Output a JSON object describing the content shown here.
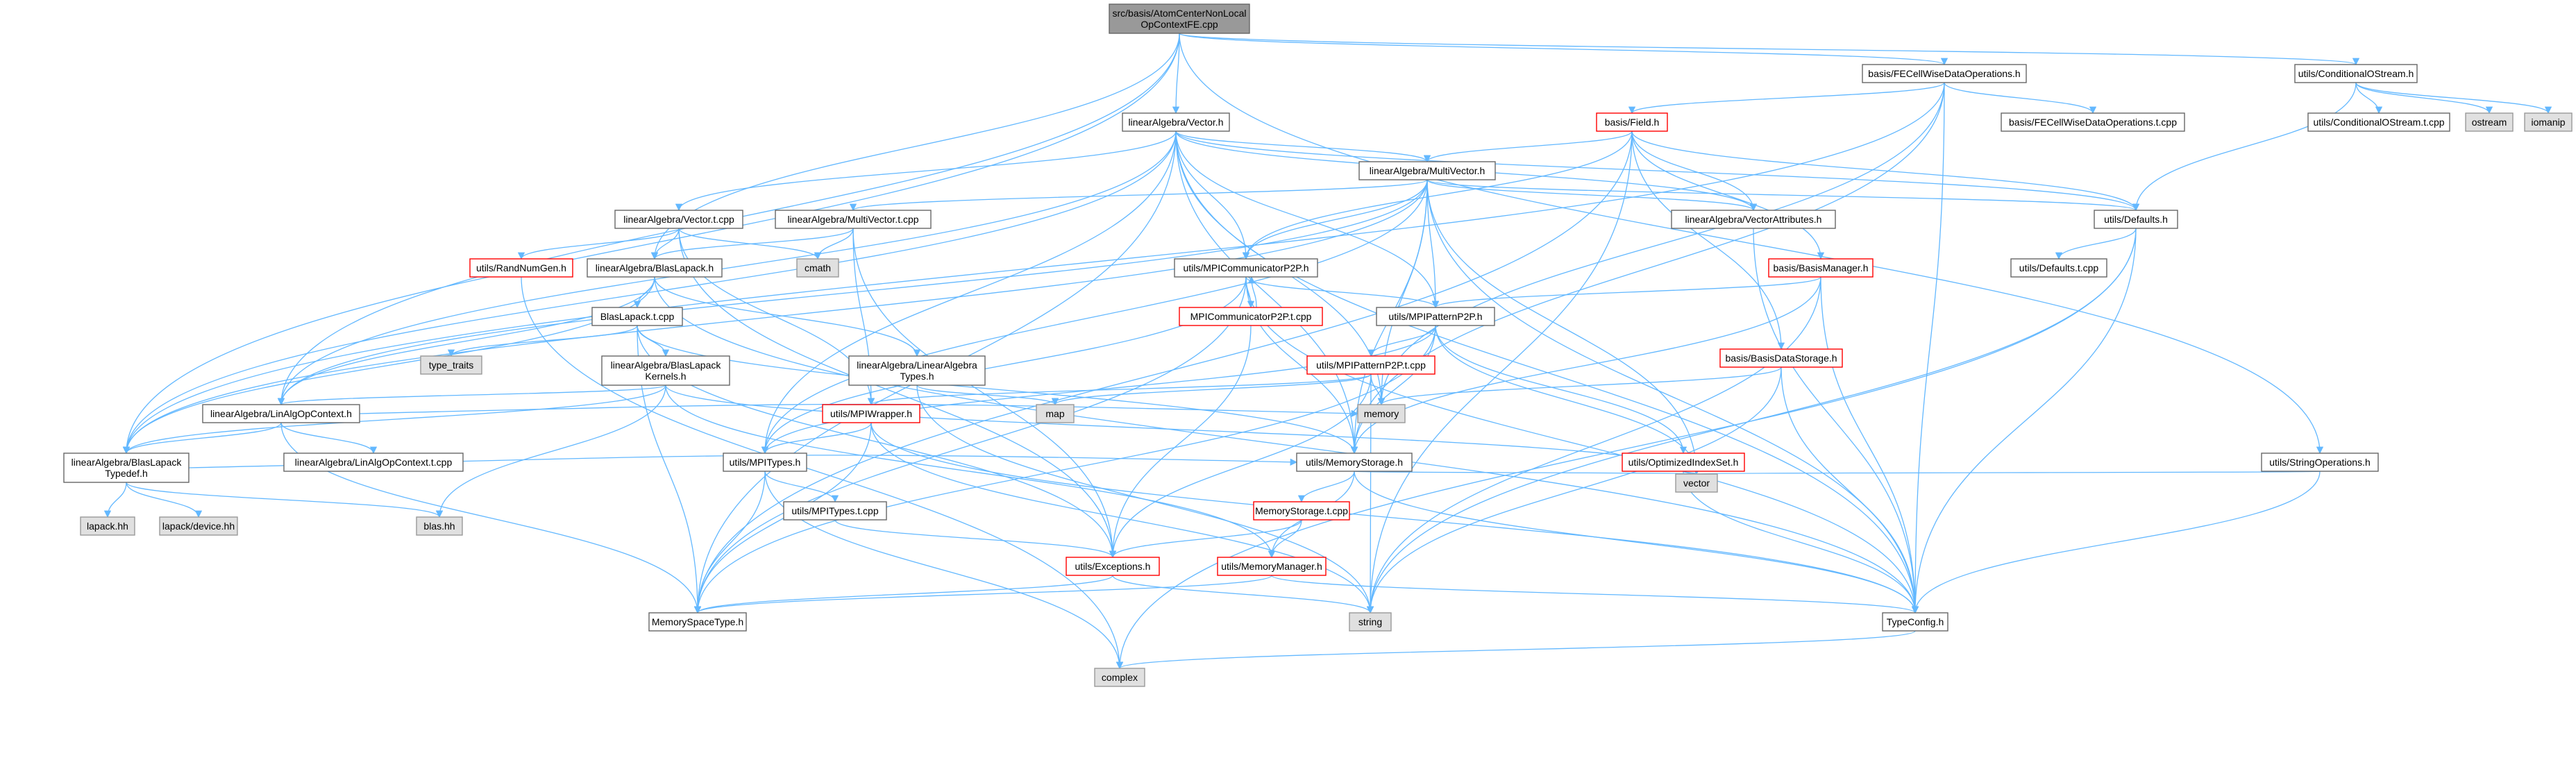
{
  "colors": {
    "edge": "#63b8ff",
    "node_border_normal": "#666666",
    "node_border_truncated": "#ff0000",
    "node_fill_normal": "#ffffff",
    "node_fill_external": "#e0e0e0",
    "node_fill_root": "#999999"
  },
  "nodes": [
    {
      "id": "root",
      "lines": [
        "src/basis/AtomCenterNonLocal",
        "OpContextFE.cpp"
      ],
      "kind": "root"
    },
    {
      "id": "fecellwise",
      "lines": [
        "basis/FECellWiseDataOperations.h"
      ],
      "kind": "normal"
    },
    {
      "id": "condostream",
      "lines": [
        "utils/ConditionalOStream.h"
      ],
      "kind": "normal"
    },
    {
      "id": "fecellwise_t",
      "lines": [
        "basis/FECellWiseDataOperations.t.cpp"
      ],
      "kind": "normal"
    },
    {
      "id": "condostream_t",
      "lines": [
        "utils/ConditionalOStream.t.cpp"
      ],
      "kind": "normal"
    },
    {
      "id": "ostream",
      "lines": [
        "ostream"
      ],
      "kind": "external"
    },
    {
      "id": "iomanip",
      "lines": [
        "iomanip"
      ],
      "kind": "external"
    },
    {
      "id": "vector_h",
      "lines": [
        "linearAlgebra/Vector.h"
      ],
      "kind": "normal"
    },
    {
      "id": "field_h",
      "lines": [
        "basis/Field.h"
      ],
      "kind": "truncated"
    },
    {
      "id": "multivector_h",
      "lines": [
        "linearAlgebra/MultiVector.h"
      ],
      "kind": "normal"
    },
    {
      "id": "vector_t",
      "lines": [
        "linearAlgebra/Vector.t.cpp"
      ],
      "kind": "normal"
    },
    {
      "id": "multivector_t",
      "lines": [
        "linearAlgebra/MultiVector.t.cpp"
      ],
      "kind": "normal"
    },
    {
      "id": "vecattr",
      "lines": [
        "linearAlgebra/VectorAttributes.h"
      ],
      "kind": "normal"
    },
    {
      "id": "defaults_h",
      "lines": [
        "utils/Defaults.h"
      ],
      "kind": "normal"
    },
    {
      "id": "defaults_t",
      "lines": [
        "utils/Defaults.t.cpp"
      ],
      "kind": "normal"
    },
    {
      "id": "randnum",
      "lines": [
        "utils/RandNumGen.h"
      ],
      "kind": "truncated"
    },
    {
      "id": "cmath",
      "lines": [
        "cmath"
      ],
      "kind": "external"
    },
    {
      "id": "blaslapack_h",
      "lines": [
        "linearAlgebra/BlasLapack.h"
      ],
      "kind": "normal"
    },
    {
      "id": "blaslapack_t",
      "lines": [
        "BlasLapack.t.cpp"
      ],
      "kind": "normal"
    },
    {
      "id": "type_traits",
      "lines": [
        "type_traits"
      ],
      "kind": "external"
    },
    {
      "id": "kernels",
      "lines": [
        "linearAlgebra/BlasLapack",
        "Kernels.h"
      ],
      "kind": "normal"
    },
    {
      "id": "linalgop_h",
      "lines": [
        "linearAlgebra/LinAlgOpContext.h"
      ],
      "kind": "normal"
    },
    {
      "id": "linalgop_t",
      "lines": [
        "linearAlgebra/LinAlgOpContext.t.cpp"
      ],
      "kind": "normal"
    },
    {
      "id": "typedef_h",
      "lines": [
        "linearAlgebra/BlasLapack",
        "Typedef.h"
      ],
      "kind": "normal"
    },
    {
      "id": "lapack_hh",
      "lines": [
        "lapack.hh"
      ],
      "kind": "external"
    },
    {
      "id": "lapack_device",
      "lines": [
        "lapack/device.hh"
      ],
      "kind": "external"
    },
    {
      "id": "blas_hh",
      "lines": [
        "blas.hh"
      ],
      "kind": "external"
    },
    {
      "id": "mpicomm_h",
      "lines": [
        "utils/MPICommunicatorP2P.h"
      ],
      "kind": "normal"
    },
    {
      "id": "mpicomm_t",
      "lines": [
        "MPICommunicatorP2P.t.cpp"
      ],
      "kind": "truncated"
    },
    {
      "id": "mpipattern_h",
      "lines": [
        "utils/MPIPatternP2P.h"
      ],
      "kind": "normal"
    },
    {
      "id": "mpipattern_t",
      "lines": [
        "utils/MPIPatternP2P.t.cpp"
      ],
      "kind": "truncated"
    },
    {
      "id": "linalgtypes",
      "lines": [
        "linearAlgebra/LinearAlgebra",
        "Types.h"
      ],
      "kind": "normal"
    },
    {
      "id": "map",
      "lines": [
        "map"
      ],
      "kind": "external"
    },
    {
      "id": "memory",
      "lines": [
        "memory"
      ],
      "kind": "external"
    },
    {
      "id": "mpiwrapper",
      "lines": [
        "utils/MPIWrapper.h"
      ],
      "kind": "truncated"
    },
    {
      "id": "mpitypes_h",
      "lines": [
        "utils/MPITypes.h"
      ],
      "kind": "normal"
    },
    {
      "id": "mpitypes_t",
      "lines": [
        "utils/MPITypes.t.cpp"
      ],
      "kind": "normal"
    },
    {
      "id": "memstorage_h",
      "lines": [
        "utils/MemoryStorage.h"
      ],
      "kind": "normal"
    },
    {
      "id": "memstorage_t",
      "lines": [
        "MemoryStorage.t.cpp"
      ],
      "kind": "truncated"
    },
    {
      "id": "memmanager",
      "lines": [
        "utils/MemoryManager.h"
      ],
      "kind": "truncated"
    },
    {
      "id": "exceptions",
      "lines": [
        "utils/Exceptions.h"
      ],
      "kind": "truncated"
    },
    {
      "id": "memspacetype",
      "lines": [
        "MemorySpaceType.h"
      ],
      "kind": "normal"
    },
    {
      "id": "string",
      "lines": [
        "string"
      ],
      "kind": "external"
    },
    {
      "id": "complex",
      "lines": [
        "complex"
      ],
      "kind": "external"
    },
    {
      "id": "typeconfig",
      "lines": [
        "TypeConfig.h"
      ],
      "kind": "normal"
    },
    {
      "id": "vector_std",
      "lines": [
        "vector"
      ],
      "kind": "external"
    },
    {
      "id": "basismgr",
      "lines": [
        "basis/BasisManager.h"
      ],
      "kind": "truncated"
    },
    {
      "id": "basisdata",
      "lines": [
        "basis/BasisDataStorage.h"
      ],
      "kind": "truncated"
    },
    {
      "id": "optindex",
      "lines": [
        "utils/OptimizedIndexSet.h"
      ],
      "kind": "truncated"
    },
    {
      "id": "stringops",
      "lines": [
        "utils/StringOperations.h"
      ],
      "kind": "normal"
    }
  ],
  "edges": [
    [
      "root",
      "fecellwise"
    ],
    [
      "root",
      "condostream"
    ],
    [
      "root",
      "vector_h"
    ],
    [
      "root",
      "stringops"
    ],
    [
      "root",
      "blaslapack_h"
    ],
    [
      "root",
      "linalgop_h"
    ],
    [
      "root",
      "typedef_h"
    ],
    [
      "fecellwise",
      "fecellwise_t"
    ],
    [
      "fecellwise",
      "field_h"
    ],
    [
      "fecellwise",
      "typeconfig"
    ],
    [
      "fecellwise",
      "memstorage_h"
    ],
    [
      "fecellwise",
      "memory"
    ],
    [
      "fecellwise",
      "typedef_h"
    ],
    [
      "condostream",
      "condostream_t"
    ],
    [
      "condostream",
      "ostream"
    ],
    [
      "condostream",
      "iomanip"
    ],
    [
      "condostream",
      "defaults_h"
    ],
    [
      "vector_h",
      "multivector_h"
    ],
    [
      "vector_h",
      "vector_t"
    ],
    [
      "vector_h",
      "vecattr"
    ],
    [
      "vector_h",
      "defaults_h"
    ],
    [
      "vector_h",
      "mpicomm_h"
    ],
    [
      "vector_h",
      "mpipattern_h"
    ],
    [
      "vector_h",
      "linalgop_h"
    ],
    [
      "vector_h",
      "typedef_h"
    ],
    [
      "vector_h",
      "memstorage_h"
    ],
    [
      "vector_h",
      "memory"
    ],
    [
      "vector_h",
      "typeconfig"
    ],
    [
      "vector_h",
      "memspacetype"
    ],
    [
      "vector_h",
      "mpitypes_h"
    ],
    [
      "field_h",
      "multivector_h"
    ],
    [
      "field_h",
      "basismgr"
    ],
    [
      "field_h",
      "basisdata"
    ],
    [
      "field_h",
      "mpicomm_h"
    ],
    [
      "field_h",
      "vecattr"
    ],
    [
      "field_h",
      "string"
    ],
    [
      "field_h",
      "memspacetype"
    ],
    [
      "field_h",
      "defaults_h"
    ],
    [
      "multivector_h",
      "multivector_t"
    ],
    [
      "multivector_h",
      "vecattr"
    ],
    [
      "multivector_h",
      "defaults_h"
    ],
    [
      "multivector_h",
      "mpicomm_h"
    ],
    [
      "multivector_h",
      "mpipattern_h"
    ],
    [
      "multivector_h",
      "linalgop_h"
    ],
    [
      "multivector_h",
      "typedef_h"
    ],
    [
      "multivector_h",
      "memstorage_h"
    ],
    [
      "multivector_h",
      "memory"
    ],
    [
      "multivector_h",
      "typeconfig"
    ],
    [
      "multivector_h",
      "vector_std"
    ],
    [
      "multivector_h",
      "mpitypes_h"
    ],
    [
      "vector_t",
      "randnum"
    ],
    [
      "vector_t",
      "blaslapack_h"
    ],
    [
      "vector_t",
      "cmath"
    ],
    [
      "vector_t",
      "exceptions"
    ],
    [
      "vector_t",
      "mpiwrapper"
    ],
    [
      "multivector_t",
      "blaslapack_h"
    ],
    [
      "multivector_t",
      "cmath"
    ],
    [
      "multivector_t",
      "exceptions"
    ],
    [
      "multivector_t",
      "mpiwrapper"
    ],
    [
      "vecattr",
      "typeconfig"
    ],
    [
      "defaults_h",
      "defaults_t"
    ],
    [
      "defaults_h",
      "typeconfig"
    ],
    [
      "defaults_h",
      "complex"
    ],
    [
      "defaults_h",
      "string"
    ],
    [
      "randnum",
      "complex"
    ],
    [
      "blaslapack_h",
      "blaslapack_t"
    ],
    [
      "blaslapack_h",
      "linalgtypes"
    ],
    [
      "blaslapack_h",
      "linalgop_h"
    ],
    [
      "blaslapack_h",
      "typedef_h"
    ],
    [
      "blaslapack_h",
      "typeconfig"
    ],
    [
      "blaslapack_t",
      "type_traits"
    ],
    [
      "blaslapack_t",
      "kernels"
    ],
    [
      "blaslapack_t",
      "exceptions"
    ],
    [
      "blaslapack_t",
      "memspacetype"
    ],
    [
      "blaslapack_t",
      "memstorage_h"
    ],
    [
      "kernels",
      "linalgop_h"
    ],
    [
      "kernels",
      "typedef_h"
    ],
    [
      "kernels",
      "blas_hh"
    ],
    [
      "kernels",
      "memmanager"
    ],
    [
      "kernels",
      "vector_std"
    ],
    [
      "linalgop_h",
      "linalgop_t"
    ],
    [
      "linalgop_h",
      "typedef_h"
    ],
    [
      "linalgop_h",
      "memspacetype"
    ],
    [
      "linalgop_h",
      "memory"
    ],
    [
      "typedef_h",
      "lapack_hh"
    ],
    [
      "typedef_h",
      "lapack_device"
    ],
    [
      "typedef_h",
      "blas_hh"
    ],
    [
      "typedef_h",
      "memstorage_h"
    ],
    [
      "mpicomm_h",
      "mpicomm_t"
    ],
    [
      "mpicomm_h",
      "mpipattern_h"
    ],
    [
      "mpicomm_h",
      "memstorage_h"
    ],
    [
      "mpicomm_h",
      "mpitypes_h"
    ],
    [
      "mpicomm_h",
      "typeconfig"
    ],
    [
      "mpicomm_h",
      "memspacetype"
    ],
    [
      "mpicomm_t",
      "mpicomm_h"
    ],
    [
      "mpicomm_t",
      "exceptions"
    ],
    [
      "mpipattern_h",
      "mpipattern_t"
    ],
    [
      "mpipattern_h",
      "optindex"
    ],
    [
      "mpipattern_h",
      "memstorage_h"
    ],
    [
      "mpipattern_h",
      "mpitypes_h"
    ],
    [
      "mpipattern_h",
      "vector_std"
    ],
    [
      "mpipattern_h",
      "memspacetype"
    ],
    [
      "mpipattern_t",
      "map"
    ],
    [
      "mpipattern_t",
      "mpiwrapper"
    ],
    [
      "mpipattern_t",
      "exceptions"
    ],
    [
      "mpipattern_t",
      "string"
    ],
    [
      "mpipattern_t",
      "memory"
    ],
    [
      "linalgtypes",
      "map"
    ],
    [
      "linalgtypes",
      "string"
    ],
    [
      "mpiwrapper",
      "mpitypes_h"
    ],
    [
      "mpiwrapper",
      "memspacetype"
    ],
    [
      "mpiwrapper",
      "typeconfig"
    ],
    [
      "mpiwrapper",
      "string"
    ],
    [
      "mpitypes_h",
      "mpitypes_t"
    ],
    [
      "mpitypes_h",
      "memspacetype"
    ],
    [
      "mpitypes_h",
      "complex"
    ],
    [
      "mpitypes_t",
      "exceptions"
    ],
    [
      "memstorage_h",
      "memstorage_t"
    ],
    [
      "memstorage_h",
      "memmanager"
    ],
    [
      "memstorage_h",
      "typeconfig"
    ],
    [
      "memstorage_h",
      "vector_std"
    ],
    [
      "memstorage_t",
      "exceptions"
    ],
    [
      "memstorage_t",
      "memmanager"
    ],
    [
      "memmanager",
      "memspacetype"
    ],
    [
      "memmanager",
      "typeconfig"
    ],
    [
      "exceptions",
      "string"
    ],
    [
      "exceptions",
      "memspacetype"
    ],
    [
      "typeconfig",
      "complex"
    ],
    [
      "basismgr",
      "mpipattern_h"
    ],
    [
      "basismgr",
      "typeconfig"
    ],
    [
      "basismgr",
      "memstorage_h"
    ],
    [
      "basismgr",
      "string"
    ],
    [
      "basisdata",
      "memory"
    ],
    [
      "basisdata",
      "typeconfig"
    ],
    [
      "basisdata",
      "string"
    ],
    [
      "optindex",
      "typeconfig"
    ],
    [
      "optindex",
      "vector_std"
    ],
    [
      "stringops",
      "vector_std"
    ],
    [
      "stringops",
      "typeconfig"
    ]
  ]
}
